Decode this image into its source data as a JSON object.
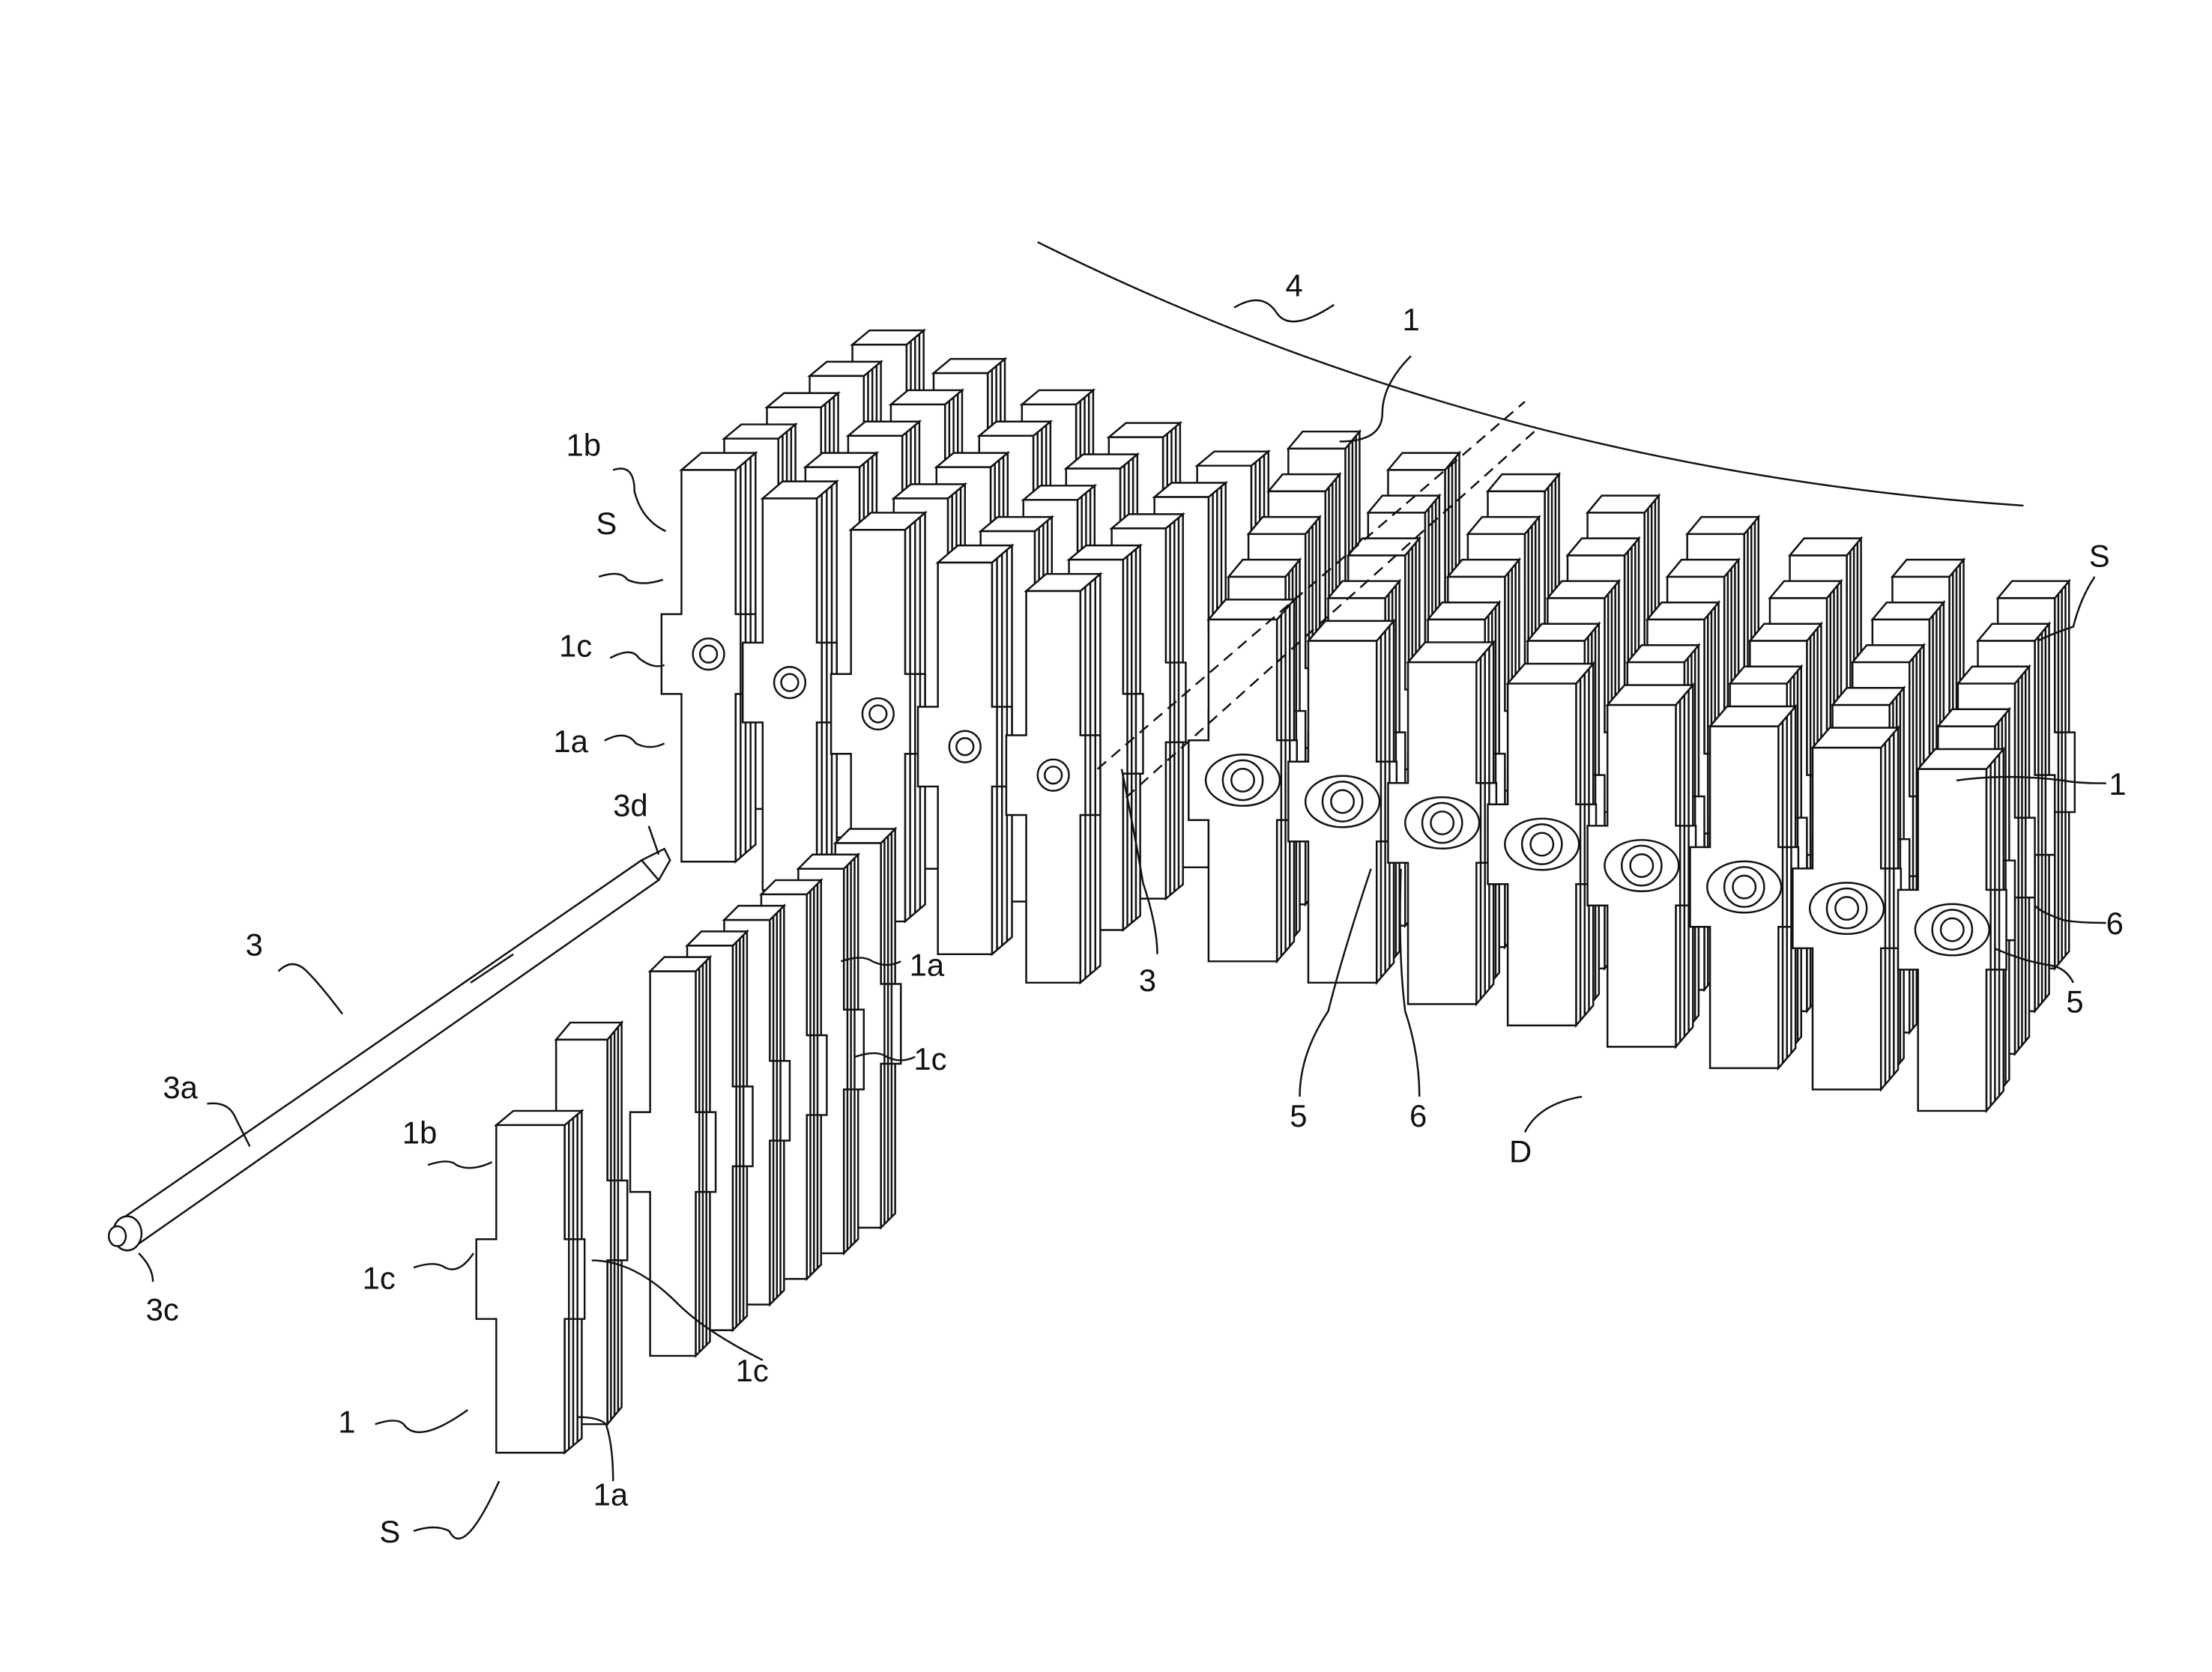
{
  "figure": {
    "labels": {
      "l4": "4",
      "l1_top": "1",
      "l1b_top": "1b",
      "lS_top": "S",
      "l1c_top": "1c",
      "l1a_top": "1a",
      "l3d": "3d",
      "l3_left": "3",
      "l3a": "3a",
      "l1a_mid": "1a",
      "l1c_mid": "1c",
      "l3_mid": "3",
      "l1b_bot": "1b",
      "l1c_bot": "1c",
      "l3c": "3c",
      "l1c_bot2": "1c",
      "l1_bot": "1",
      "l1a_bot": "1a",
      "lS_bot": "S",
      "lS_right": "S",
      "l1_right": "1",
      "l6_right": "6",
      "l5_right": "5",
      "l5_mid": "5",
      "l6_mid": "6",
      "lD": "D"
    }
  }
}
